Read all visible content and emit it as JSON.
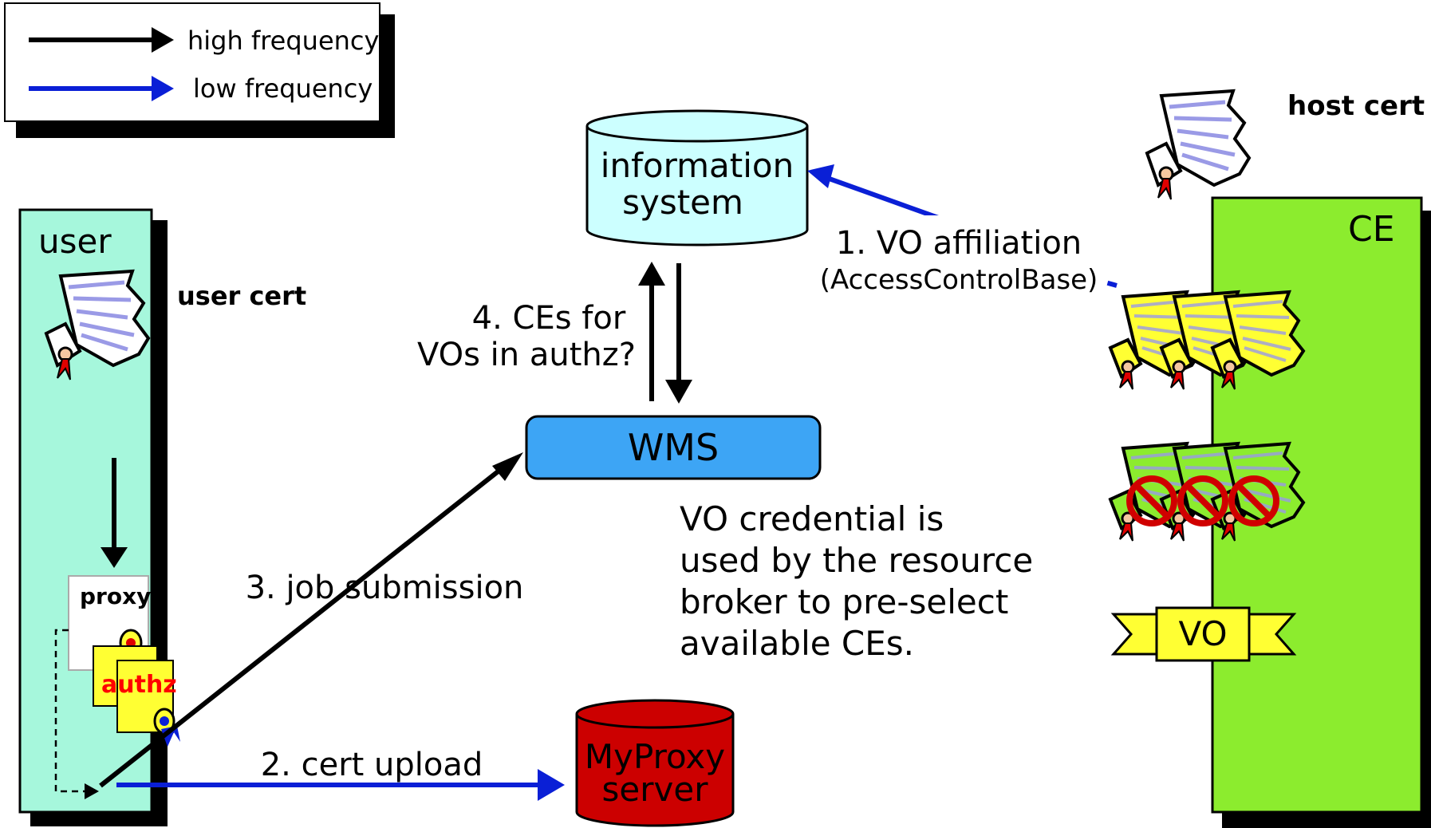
{
  "legend": {
    "high_label": "high frequency",
    "low_label": "low frequency",
    "high_color": "#000000",
    "low_color": "#0a1fd6"
  },
  "user_box": {
    "title": "user",
    "cert_label": "user cert",
    "color": "#a6f7dc"
  },
  "proxy": {
    "label": "proxy"
  },
  "authz": {
    "label": "authz",
    "color": "#ffff33",
    "text_color": "#ff0000"
  },
  "info_system": {
    "line1": "information",
    "line2": "system",
    "color": "#ccffff"
  },
  "wms": {
    "label": "WMS",
    "color": "#3da5f5"
  },
  "myproxy": {
    "line1": "MyProxy",
    "line2": "server",
    "color": "#cc0000"
  },
  "ce_box": {
    "title": "CE",
    "host_cert_label": "host cert",
    "color": "#8cec2e"
  },
  "vo_banner": {
    "label": "VO",
    "color": "#ffff33"
  },
  "steps": {
    "vo_affiliation_line1": "1. VO affiliation",
    "vo_affiliation_line2": "(AccessControlBase)",
    "cert_upload": "2. cert upload",
    "job_submission": "3. job submission",
    "ces_for_line1": "4. CEs for",
    "ces_for_line2": "VOs in authz?"
  },
  "note": {
    "line1": "VO credential is",
    "line2": "used by the resource",
    "line3": "broker to pre-select",
    "line4": "available CEs."
  }
}
